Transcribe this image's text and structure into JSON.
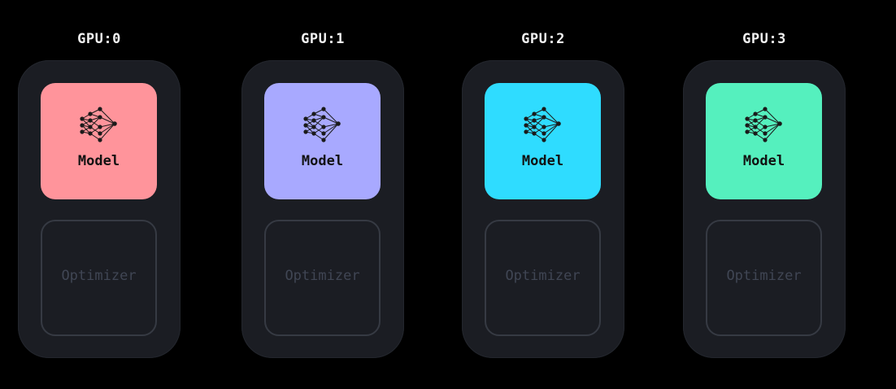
{
  "gpus": [
    {
      "label": "GPU:0",
      "model_label": "Model",
      "optimizer_label": "Optimizer",
      "color": "#ff949b"
    },
    {
      "label": "GPU:1",
      "model_label": "Model",
      "optimizer_label": "Optimizer",
      "color": "#a8a9ff"
    },
    {
      "label": "GPU:2",
      "model_label": "Model",
      "optimizer_label": "Optimizer",
      "color": "#2fdcff"
    },
    {
      "label": "GPU:3",
      "model_label": "Model",
      "optimizer_label": "Optimizer",
      "color": "#55f0be"
    }
  ],
  "icons": {
    "model": "neural-network-icon"
  },
  "colors": {
    "background": "#000000",
    "card": "#1b1d23",
    "optimizer_border": "#363a43",
    "optimizer_text": "#404654"
  }
}
